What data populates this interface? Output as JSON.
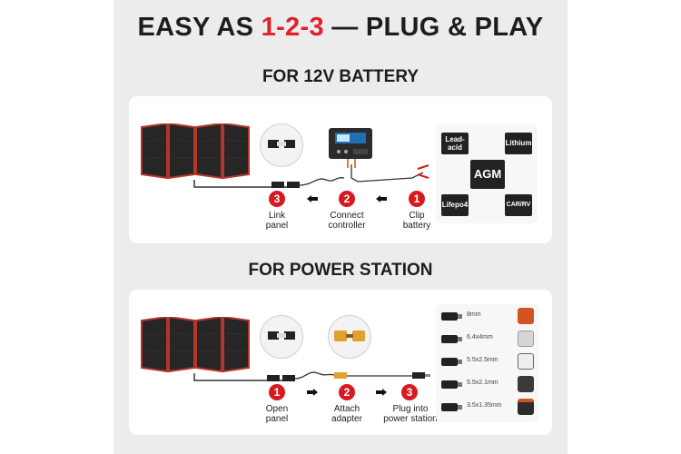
{
  "header": {
    "title_prefix": "EASY AS ",
    "title_accent": "1-2-3",
    "title_suffix": " — PLUG & PLAY"
  },
  "battery_section": {
    "title": "FOR 12V BATTERY",
    "steps": [
      {
        "number": "3",
        "line1": "Link",
        "line2": "panel"
      },
      {
        "number": "2",
        "line1": "Connect",
        "line2": "controller"
      },
      {
        "number": "1",
        "line1": "Clip",
        "line2": "battery"
      }
    ],
    "battery_types": [
      "Lead-acid",
      "Lithium",
      "AGM",
      "Lifepo4",
      "CAR/RV"
    ]
  },
  "station_section": {
    "title": "FOR POWER STATION",
    "steps": [
      {
        "number": "1",
        "line1": "Open",
        "line2": "panel"
      },
      {
        "number": "2",
        "line1": "Attach",
        "line2": "adapter"
      },
      {
        "number": "3",
        "line1": "Plug into",
        "line2": "power station"
      }
    ],
    "connectors": [
      "8mm",
      "6.4x4mm",
      "5.5x2.5mm",
      "5.5x2.1mm",
      "3.5x1.35mm"
    ]
  },
  "colors": {
    "accent": "#e0202a",
    "badge": "#d71920",
    "poster_bg": "#ececec",
    "panel_border": "#c0392b"
  }
}
